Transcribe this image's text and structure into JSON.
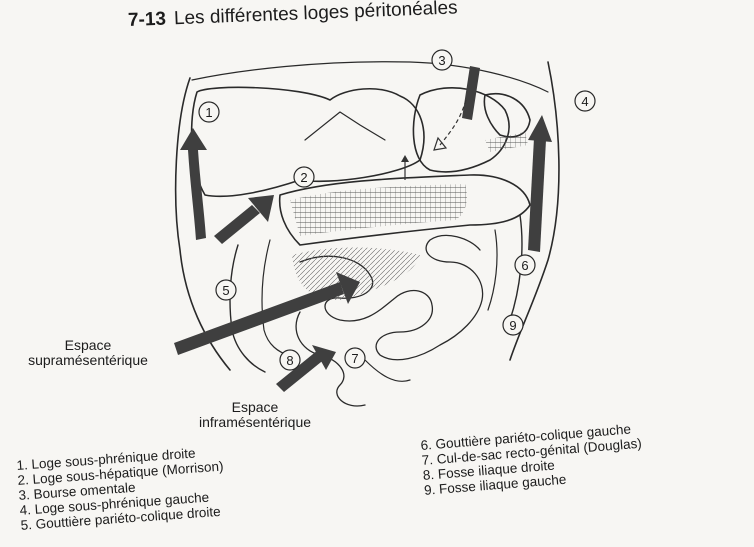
{
  "figure": {
    "number": "7-13",
    "title": "Les différentes loges péritonéales"
  },
  "markers": [
    "1",
    "2",
    "3",
    "4",
    "5",
    "6",
    "7",
    "8",
    "9"
  ],
  "labels": {
    "supramesenteric_line1": "Espace",
    "supramesenteric_line2": "supramésentérique",
    "inframesenteric_line1": "Espace",
    "inframesenteric_line2": "inframésentérique"
  },
  "legend_left": [
    "1. Loge sous-phrénique droite",
    "2. Loge sous-hépatique (Morrison)",
    "3. Bourse omentale",
    "4. Loge sous-phrénique gauche",
    "5. Gouttière pariéto-colique droite"
  ],
  "legend_right": [
    "6. Gouttière pariéto-colique gauche",
    "7. Cul-de-sac recto-génital (Douglas)",
    "8. Fosse iliaque droite",
    "9. Fosse iliaque gauche"
  ],
  "colors": {
    "ink": "#1c1c1c",
    "arrow": "#3f3f3f",
    "paper": "#f7f6f3"
  }
}
